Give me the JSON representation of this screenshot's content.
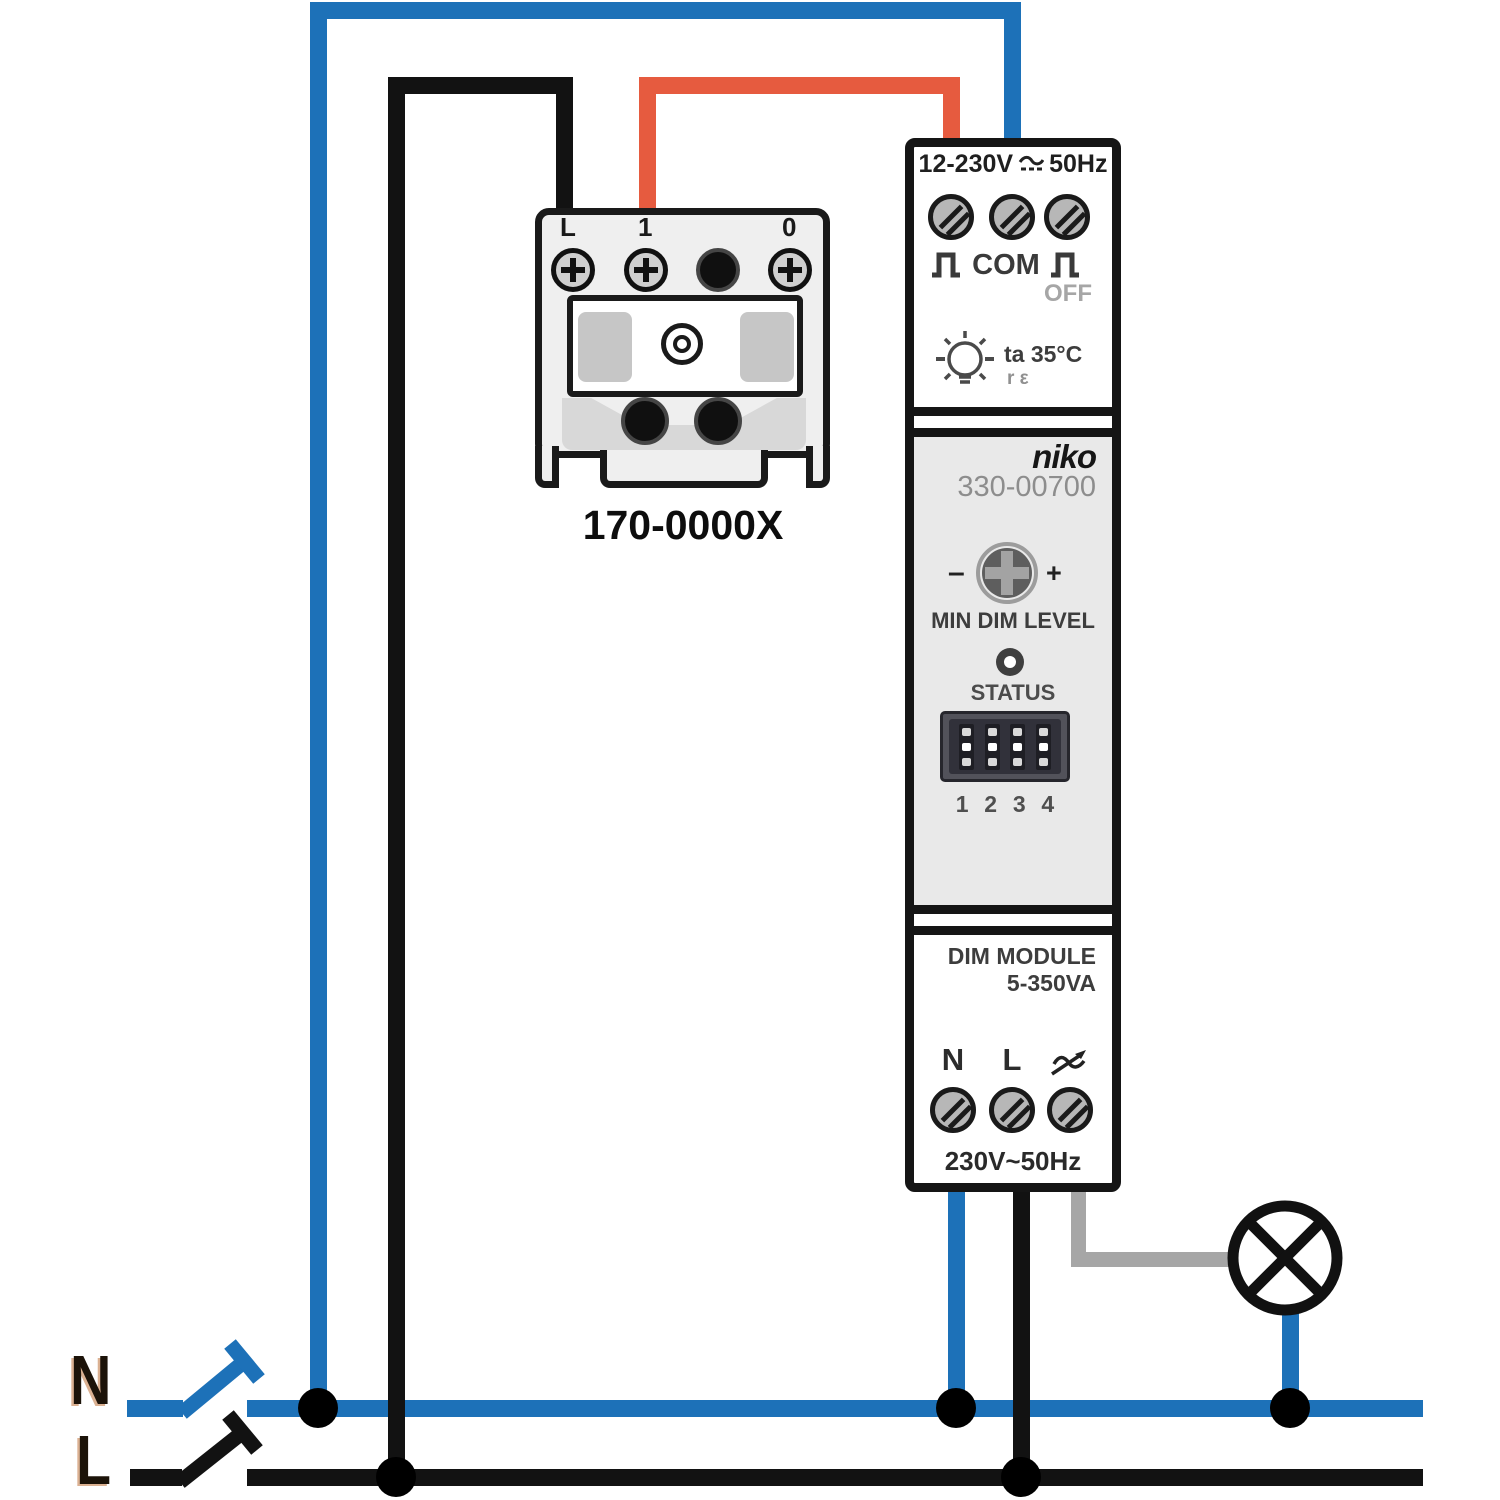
{
  "colors": {
    "wire_blue": "#1d71b8",
    "wire_black": "#121212",
    "wire_orange": "#e65b3f",
    "wire_grey": "#a6a6a6",
    "module_grey": "#e9e9e9"
  },
  "mains": {
    "neutral_label": "N",
    "line_label": "L"
  },
  "pushbutton": {
    "terminal_l": "L",
    "terminal_1": "1",
    "terminal_0": "0",
    "product_code": "170-0000X"
  },
  "dim_module": {
    "input_rating": "12-230V",
    "input_freq": "50Hz",
    "com_label": "COM",
    "off_label": "OFF",
    "temp_rating": "ta 35°C",
    "cert_mark": "r ε",
    "brand": "niko",
    "product_code": "330-00700",
    "pot_minus": "–",
    "pot_plus": "+",
    "pot_label": "MIN DIM LEVEL",
    "status_label": "STATUS",
    "dip_labels": [
      "1",
      "2",
      "3",
      "4"
    ],
    "module_name": "DIM MODULE",
    "module_rating": "5-350VA",
    "terminal_n": "N",
    "terminal_l": "L",
    "output_rating": "230V~50Hz"
  }
}
